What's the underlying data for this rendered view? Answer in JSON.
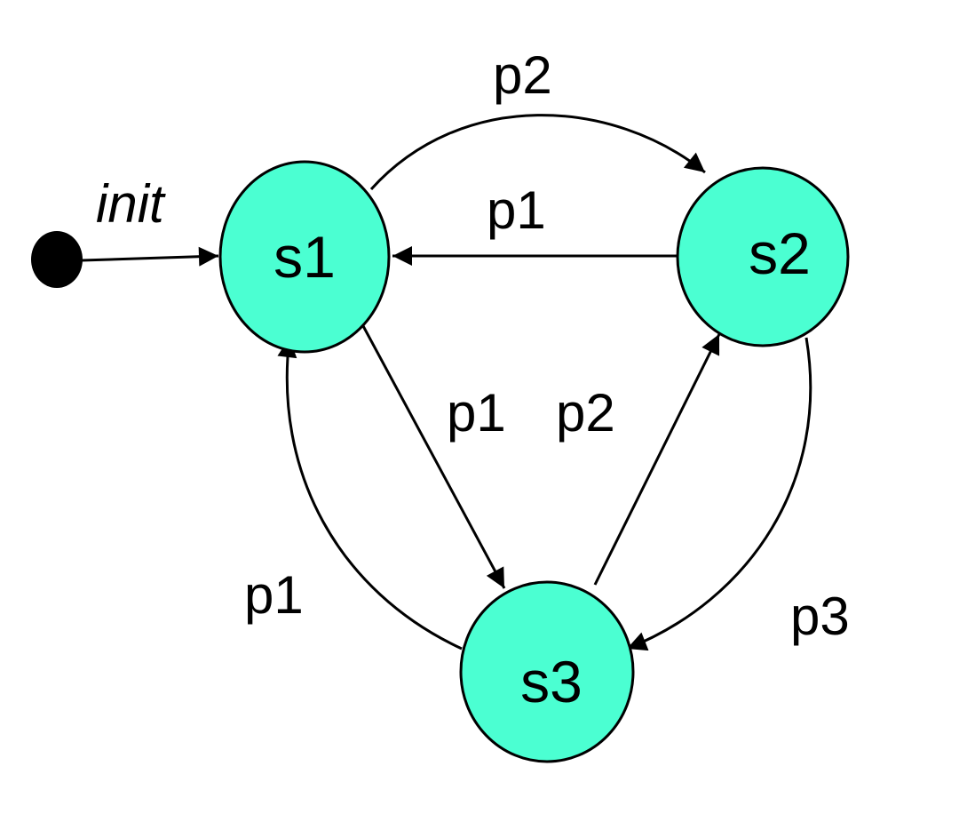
{
  "diagram": {
    "colors": {
      "node_fill": "#4bffd2",
      "stroke": "#000000",
      "initial_dot": "#000000"
    },
    "states": [
      {
        "id": "s1",
        "label": "s1"
      },
      {
        "id": "s2",
        "label": "s2"
      },
      {
        "id": "s3",
        "label": "s3"
      }
    ],
    "initial": {
      "target": "s1",
      "label": "init"
    },
    "transitions": [
      {
        "from": "s1",
        "to": "s2",
        "label": "p2"
      },
      {
        "from": "s2",
        "to": "s1",
        "label": "p1"
      },
      {
        "from": "s1",
        "to": "s3",
        "label": "p1"
      },
      {
        "from": "s3",
        "to": "s2",
        "label": "p2"
      },
      {
        "from": "s2",
        "to": "s3",
        "label": "p3"
      },
      {
        "from": "s3",
        "to": "s1",
        "label": "p1"
      }
    ]
  }
}
